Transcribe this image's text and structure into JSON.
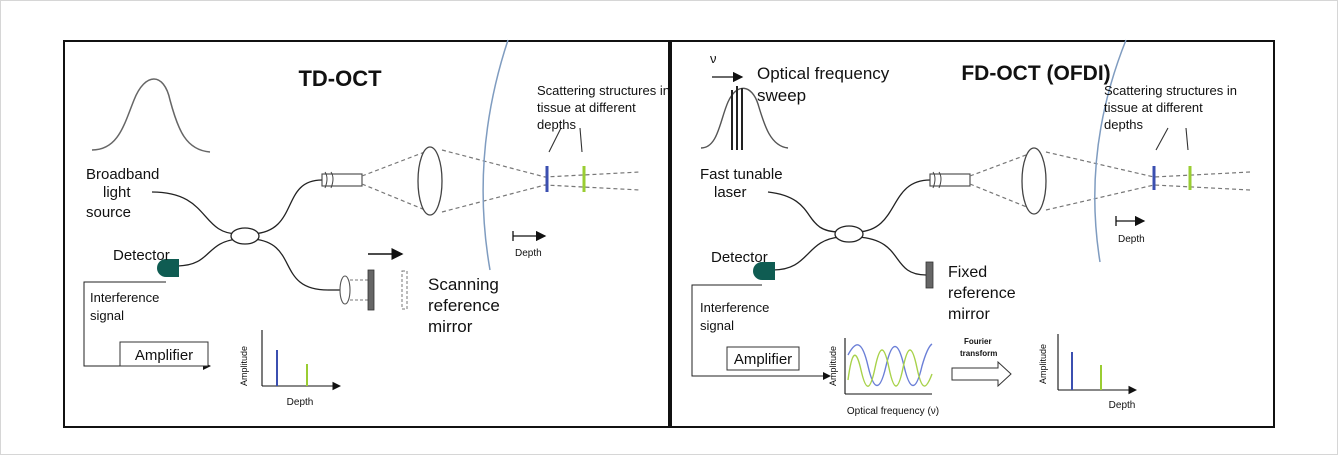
{
  "colors": {
    "panel_border": "#111111",
    "line": "#222222",
    "tissue_arc": "#7f9cc0",
    "shallow_scatterer": "#3b4fb0",
    "deep_scatterer": "#9acd32",
    "detector": "#0f5c52"
  },
  "td_oct": {
    "title": "TD-OCT",
    "source_label": [
      "Broadband",
      "light",
      "source"
    ],
    "tissue_label": [
      "Scattering structures in",
      "tissue at different",
      "depths"
    ],
    "depth_label": "Depth",
    "detector_label": "Detector",
    "interference_label": [
      "Interference",
      "signal"
    ],
    "mirror_label": [
      "Scanning",
      "reference",
      "mirror"
    ],
    "amplifier_label": "Amplifier",
    "plot_ylabel": "Amplitude",
    "plot_xlabel": "Depth"
  },
  "fd_oct": {
    "title": "FD-OCT (OFDI)",
    "sweep_symbol": "ν",
    "sweep_label": [
      "Optical frequency",
      "sweep"
    ],
    "source_label": [
      "Fast tunable",
      "laser"
    ],
    "tissue_label": [
      "Scattering structures in",
      "tissue at different",
      "depths"
    ],
    "depth_label": "Depth",
    "detector_label": "Detector",
    "interference_label": [
      "Interference",
      "signal"
    ],
    "mirror_label": [
      "Fixed",
      "reference",
      "mirror"
    ],
    "amplifier_label": "Amplifier",
    "signal_ylabel": "Amplitude",
    "signal_xlabel": "Optical frequency (ν)",
    "fourier_label": [
      "Fourier",
      "transform"
    ],
    "plot_ylabel": "Amplitude",
    "plot_xlabel": "Depth"
  }
}
